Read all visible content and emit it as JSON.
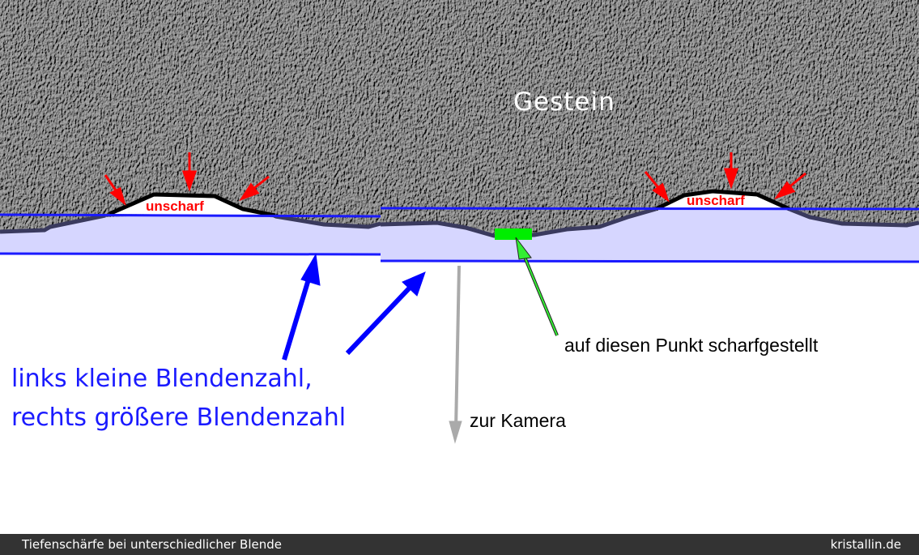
{
  "labels": {
    "rock": "Gestein",
    "blur_left": "unscharf",
    "blur_right": "unscharf",
    "note_line1": "links kleine Blendenzahl,",
    "note_line2": "rechts größere Blendenzahl",
    "focus_point": "auf diesen Punkt scharfgestellt",
    "camera": "zur Kamera"
  },
  "footer": {
    "caption": "Tiefenschärfe bei unterschiedlicher Blende",
    "site": "kristallin.de"
  },
  "colors": {
    "depth_field": "#d6d6ff",
    "focus_lines": "#0000ff",
    "blur_arrows": "#ff0000",
    "focus_marker": "#00ee00"
  }
}
